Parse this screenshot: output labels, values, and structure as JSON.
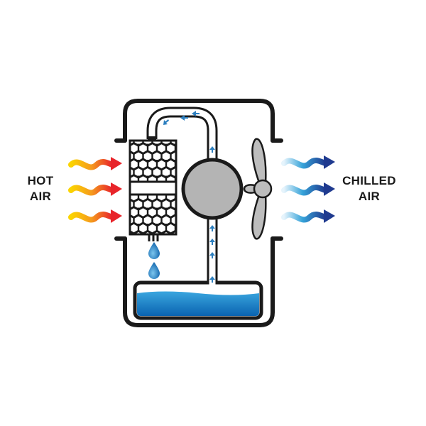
{
  "labels": {
    "hot_line1": "HOT",
    "hot_line2": "AIR",
    "chilled_line1": "CHILLED",
    "chilled_line2": "AIR"
  },
  "colors": {
    "hot_start": "#fbd400",
    "hot_mid": "#f59a1e",
    "hot_end": "#e8242a",
    "cold_start": "#d8eefa",
    "cold_mid": "#36a3d9",
    "cold_end": "#1f3a8f",
    "water_top": "#3aa6df",
    "water_bottom": "#0a63b0",
    "outline": "#1a1a1a",
    "tube_arrow": "#2d7fbf",
    "sphere": "#b4b4b4",
    "fan": "#bdbdbd"
  },
  "icons": {
    "hot_arrows": "wavy-arrow-icon",
    "cold_arrows": "wavy-arrow-icon",
    "drops": "water-drop-icon",
    "fan": "fan-icon",
    "pad": "honeycomb-pad-icon"
  }
}
